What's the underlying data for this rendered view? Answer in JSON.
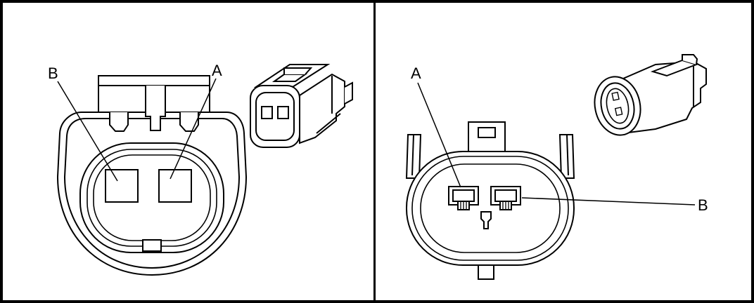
{
  "colors": {
    "ink": "#000000",
    "paper": "#ffffff"
  },
  "left_panel": {
    "labels": {
      "b": "B",
      "a": "A"
    }
  },
  "right_panel": {
    "labels": {
      "a": "A",
      "b": "B"
    }
  }
}
